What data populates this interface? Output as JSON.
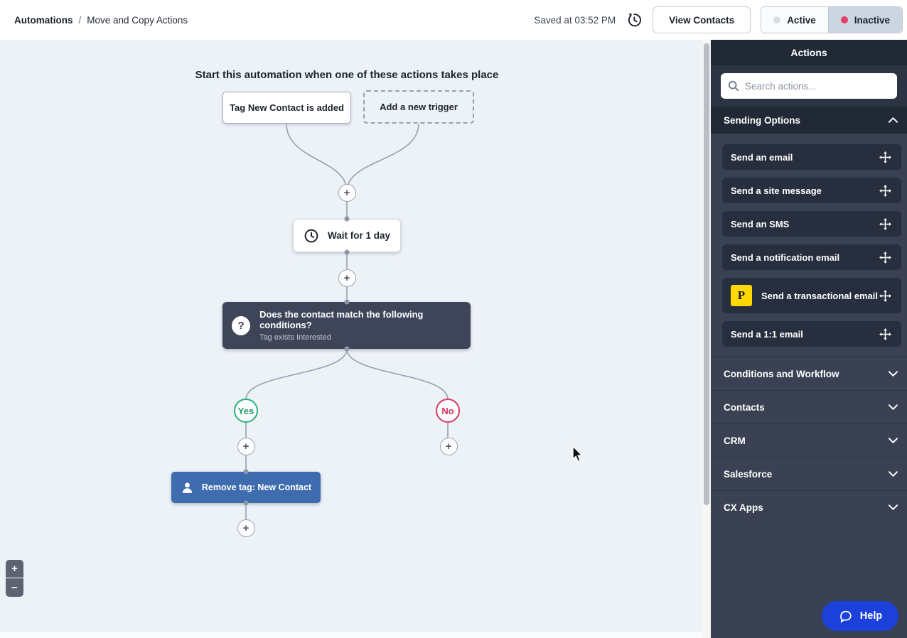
{
  "topbar": {
    "breadcrumb": {
      "root": "Automations",
      "separator": "/",
      "current": "Move and Copy Actions"
    },
    "saved_status": "Saved at 03:52 PM",
    "view_contacts_label": "View Contacts",
    "status_toggle": {
      "active_label": "Active",
      "inactive_label": "Inactive",
      "selected": "Inactive"
    }
  },
  "canvas": {
    "heading": "Start this automation when one of these actions takes place",
    "triggers": [
      {
        "label": "Tag New Contact is added"
      },
      {
        "label": "Add a new trigger"
      }
    ],
    "wait_node": {
      "label": "Wait for 1 day"
    },
    "condition_node": {
      "icon_glyph": "?",
      "title": "Does the contact match the following conditions?",
      "subtitle": "Tag exists Interested"
    },
    "yes_label": "Yes",
    "no_label": "No",
    "action_node": {
      "label": "Remove tag: New Contact"
    },
    "plus_glyph": "+",
    "zoom_in_glyph": "+",
    "zoom_out_glyph": "−"
  },
  "sidebar": {
    "title": "Actions",
    "search_placeholder": "Search actions...",
    "sections": [
      {
        "label": "Sending Options",
        "expanded": true,
        "items": [
          {
            "label": "Send an email"
          },
          {
            "label": "Send a site message"
          },
          {
            "label": "Send an SMS"
          },
          {
            "label": "Send a notification email"
          },
          {
            "label": "Send a transactional email",
            "icon_glyph": "P",
            "icon_bg": "#ffd800"
          },
          {
            "label": "Send a 1:1 email"
          }
        ]
      },
      {
        "label": "Conditions and Workflow",
        "expanded": false
      },
      {
        "label": "Contacts",
        "expanded": false
      },
      {
        "label": "CRM",
        "expanded": false
      },
      {
        "label": "Salesforce",
        "expanded": false
      },
      {
        "label": "CX Apps",
        "expanded": false
      }
    ]
  },
  "help": {
    "label": "Help"
  },
  "icons": {
    "history": "clock-with-ccw-arrow",
    "search": "magnifier",
    "move": "four-direction-arrows",
    "chevron_up": "chevron-up",
    "chevron_down": "chevron-down",
    "wait": "clock",
    "condition": "question-mark-circle",
    "action": "person",
    "help": "speech-bubble"
  },
  "colors": {
    "canvas_bg": "#edf2f7",
    "connector": "#97a0b2",
    "condition_bg": "#3e4559",
    "action_blue": "#3e6cae",
    "yes_green": "#29b277",
    "no_red": "#d83a64",
    "inactive_dot": "#e53d63",
    "sidebar_bg": "#3a4152",
    "sidebar_dark": "#222936",
    "card_bg": "#272e3e",
    "help_blue": "#1c40da",
    "transactional_icon_bg": "#ffd800"
  }
}
